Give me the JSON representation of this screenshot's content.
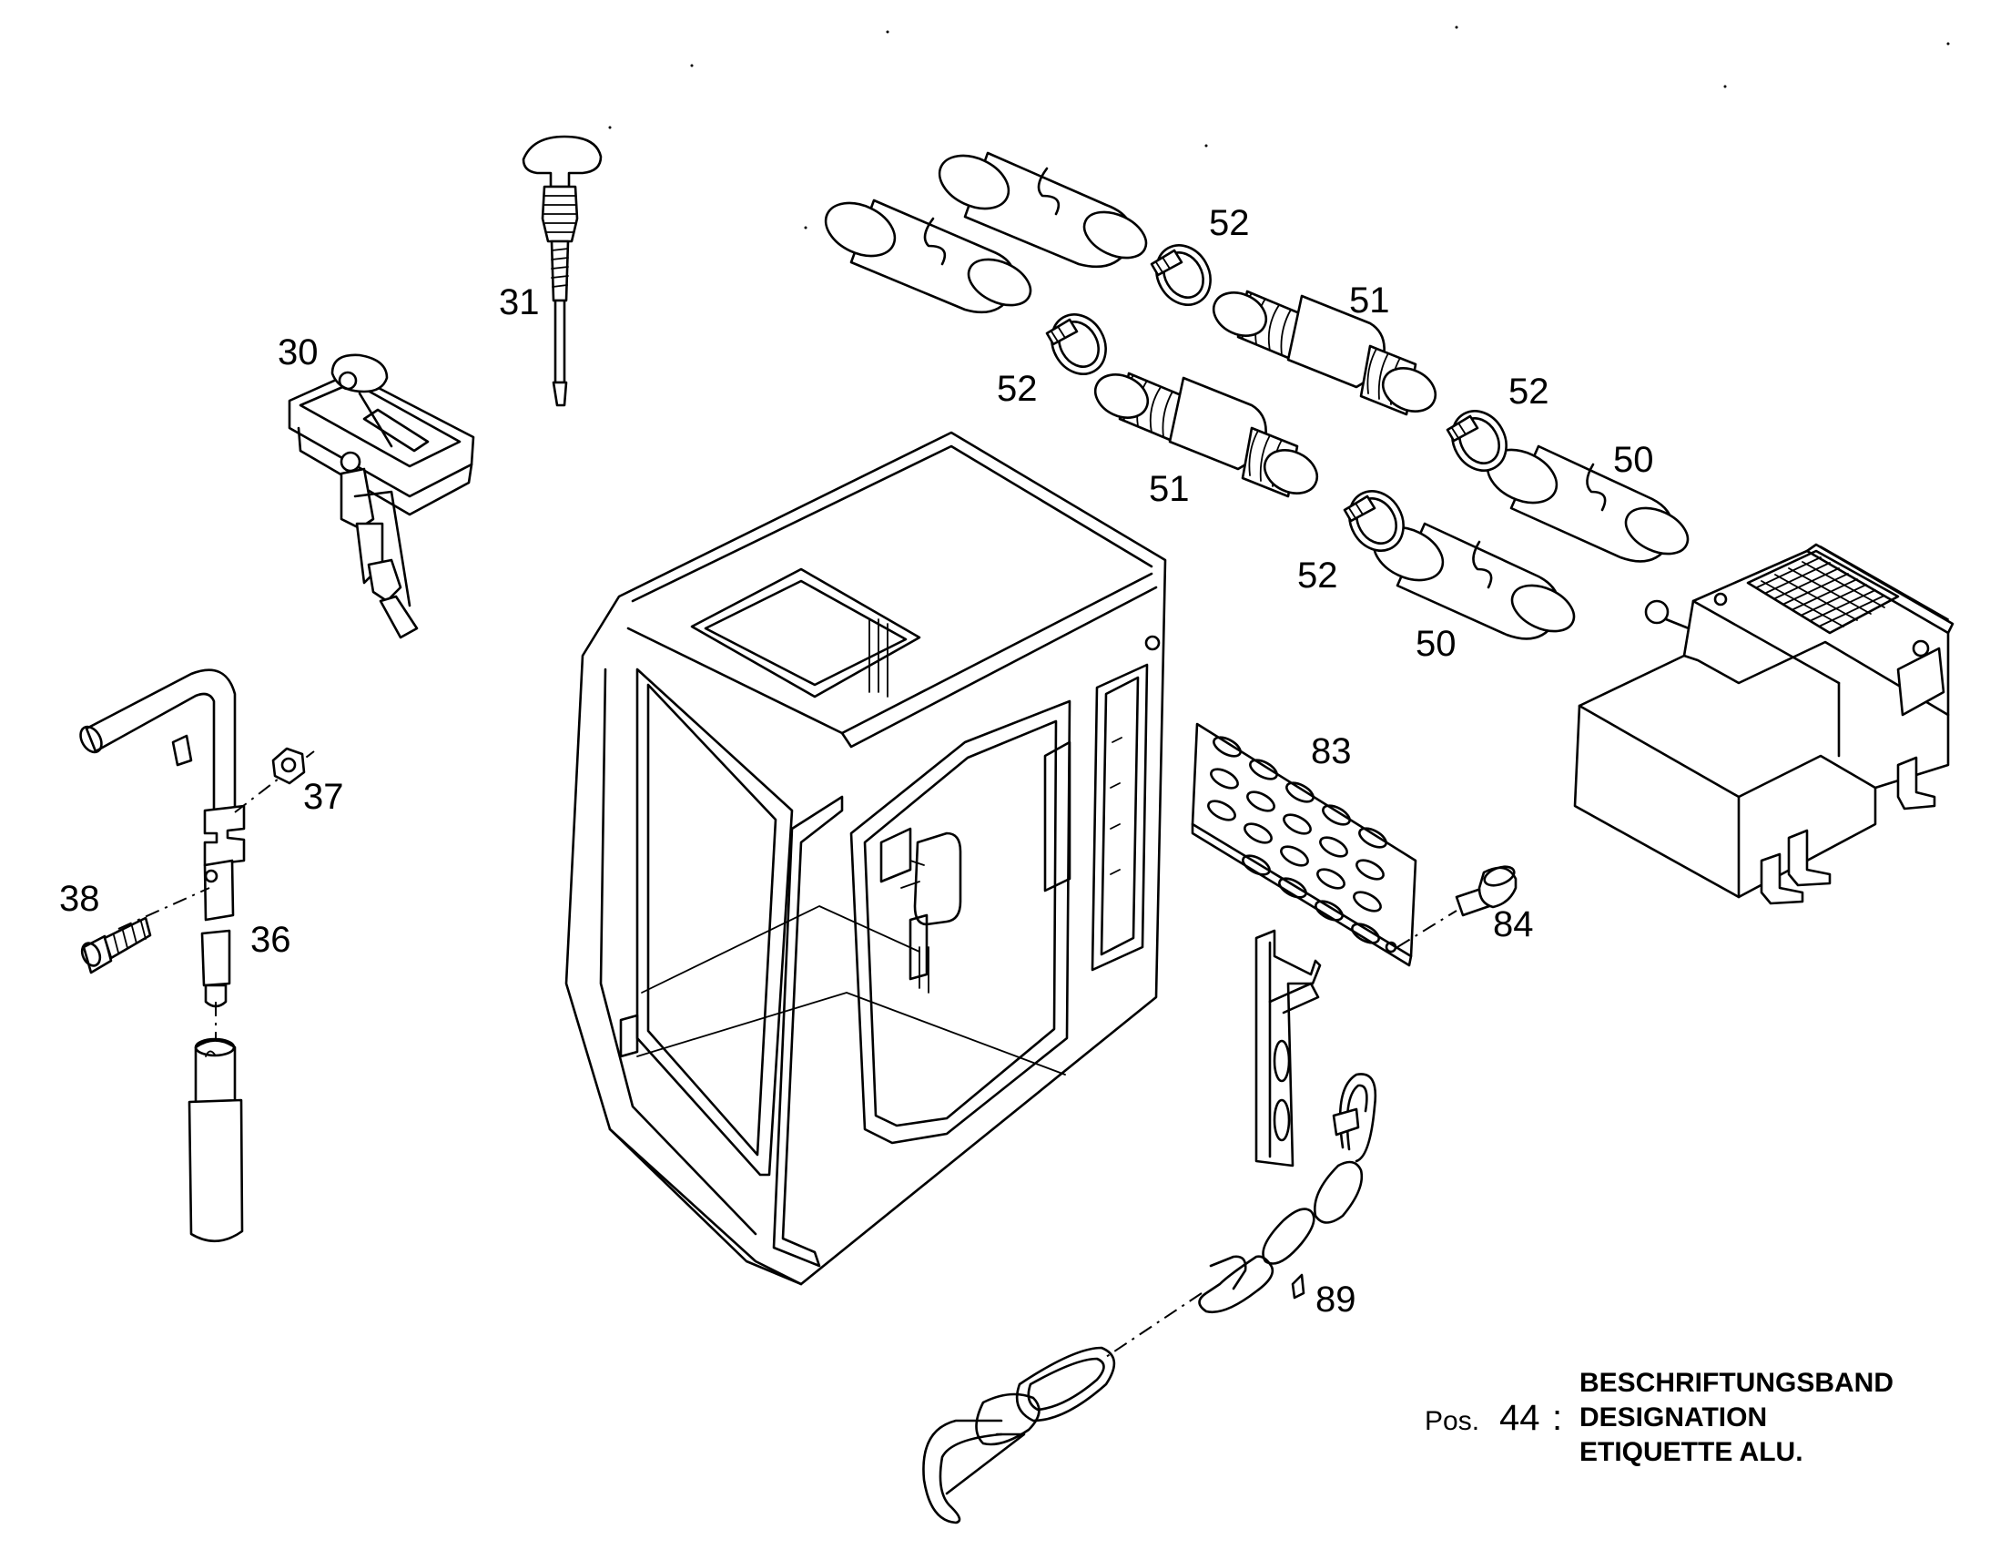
{
  "labels": {
    "p30": "30",
    "p31": "31",
    "p36": "36",
    "p37": "37",
    "p38": "38",
    "p50a": "50",
    "p50b": "50",
    "p51a": "51",
    "p51b": "51",
    "p52a": "52",
    "p52b": "52",
    "p52c": "52",
    "p52d": "52",
    "p83": "83",
    "p84": "84",
    "p89": "89"
  },
  "legend": {
    "pos_prefix": "Pos.",
    "pos_number": "44",
    "colon": ":",
    "line1": "BESCHRIFTUNGSBAND",
    "line2": "DESIGNATION",
    "line3": "ETIQUETTE ALU."
  }
}
